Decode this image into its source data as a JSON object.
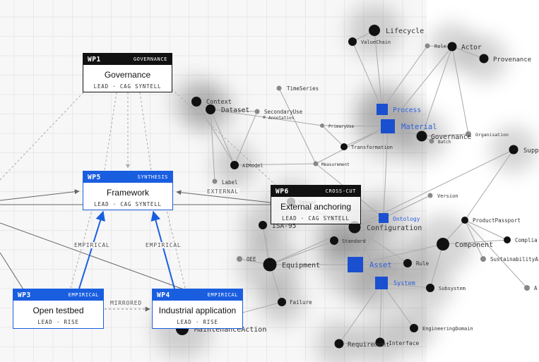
{
  "workpackages": {
    "wp1": {
      "id": "WP1",
      "tag": "GOVERNANCE",
      "title": "Governance",
      "lead": "LEAD · CAG SYNTELL"
    },
    "wp5": {
      "id": "WP5",
      "tag": "SYNTHESIS",
      "title": "Framework",
      "lead": "LEAD · CAG SYNTELL"
    },
    "wp6": {
      "id": "WP6",
      "tag": "CROSS-CUT",
      "title": "External anchoring",
      "lead": "LEAD · CAG SYNTELL"
    },
    "wp3": {
      "id": "WP3",
      "tag": "EMPIRICAL",
      "title": "Open testbed",
      "lead": "LEAD · RISE"
    },
    "wp4": {
      "id": "WP4",
      "tag": "EMPIRICAL",
      "title": "Industrial application",
      "lead": "LEAD · RISE"
    }
  },
  "edge_labels": {
    "external": "EXTERNAL",
    "empirical_left": "EMPIRICAL",
    "empirical_right": "EMPIRICAL",
    "mirrored": "MIRRORED"
  },
  "graph": {
    "node_labels": {
      "lifecycle": "Lifecycle",
      "valuechain": "ValueChain",
      "role": "Role",
      "actor": "Actor",
      "provenance": "Provenance",
      "context": "Context",
      "dataset": "Dataset",
      "timeseries": "TimeSeries",
      "secondaryuse": "SecondaryUse",
      "annotation": "Annotation",
      "primaryuse": "PrimaryUse",
      "process": "Process",
      "material": "Material",
      "governance": "Governance",
      "batch": "Batch",
      "organisation": "Organisation",
      "supp": "Supp",
      "transformation": "Transformation",
      "aimodel": "AIModel",
      "measurement": "Measurement",
      "label": "Label",
      "version": "Version",
      "sensor": "Sensor",
      "isa95": "ISA-95",
      "ontology": "Ontology",
      "configuration": "Configuration",
      "productpassport": "ProductPassport",
      "standard": "Standard",
      "complia": "Complia",
      "component": "Component",
      "sustainabilityai": "SustainabilityAi",
      "oee": "OEE",
      "equipment": "Equipment",
      "asset": "Asset",
      "rule": "Rule",
      "a": "A",
      "system": "System",
      "subsystem": "Subsystem",
      "failure": "Failure",
      "maintenanceaction": "MaintenanceAction",
      "engineeringdomain": "EngineeringDomain",
      "requirement": "Requirement",
      "interface": "Interface"
    }
  }
}
